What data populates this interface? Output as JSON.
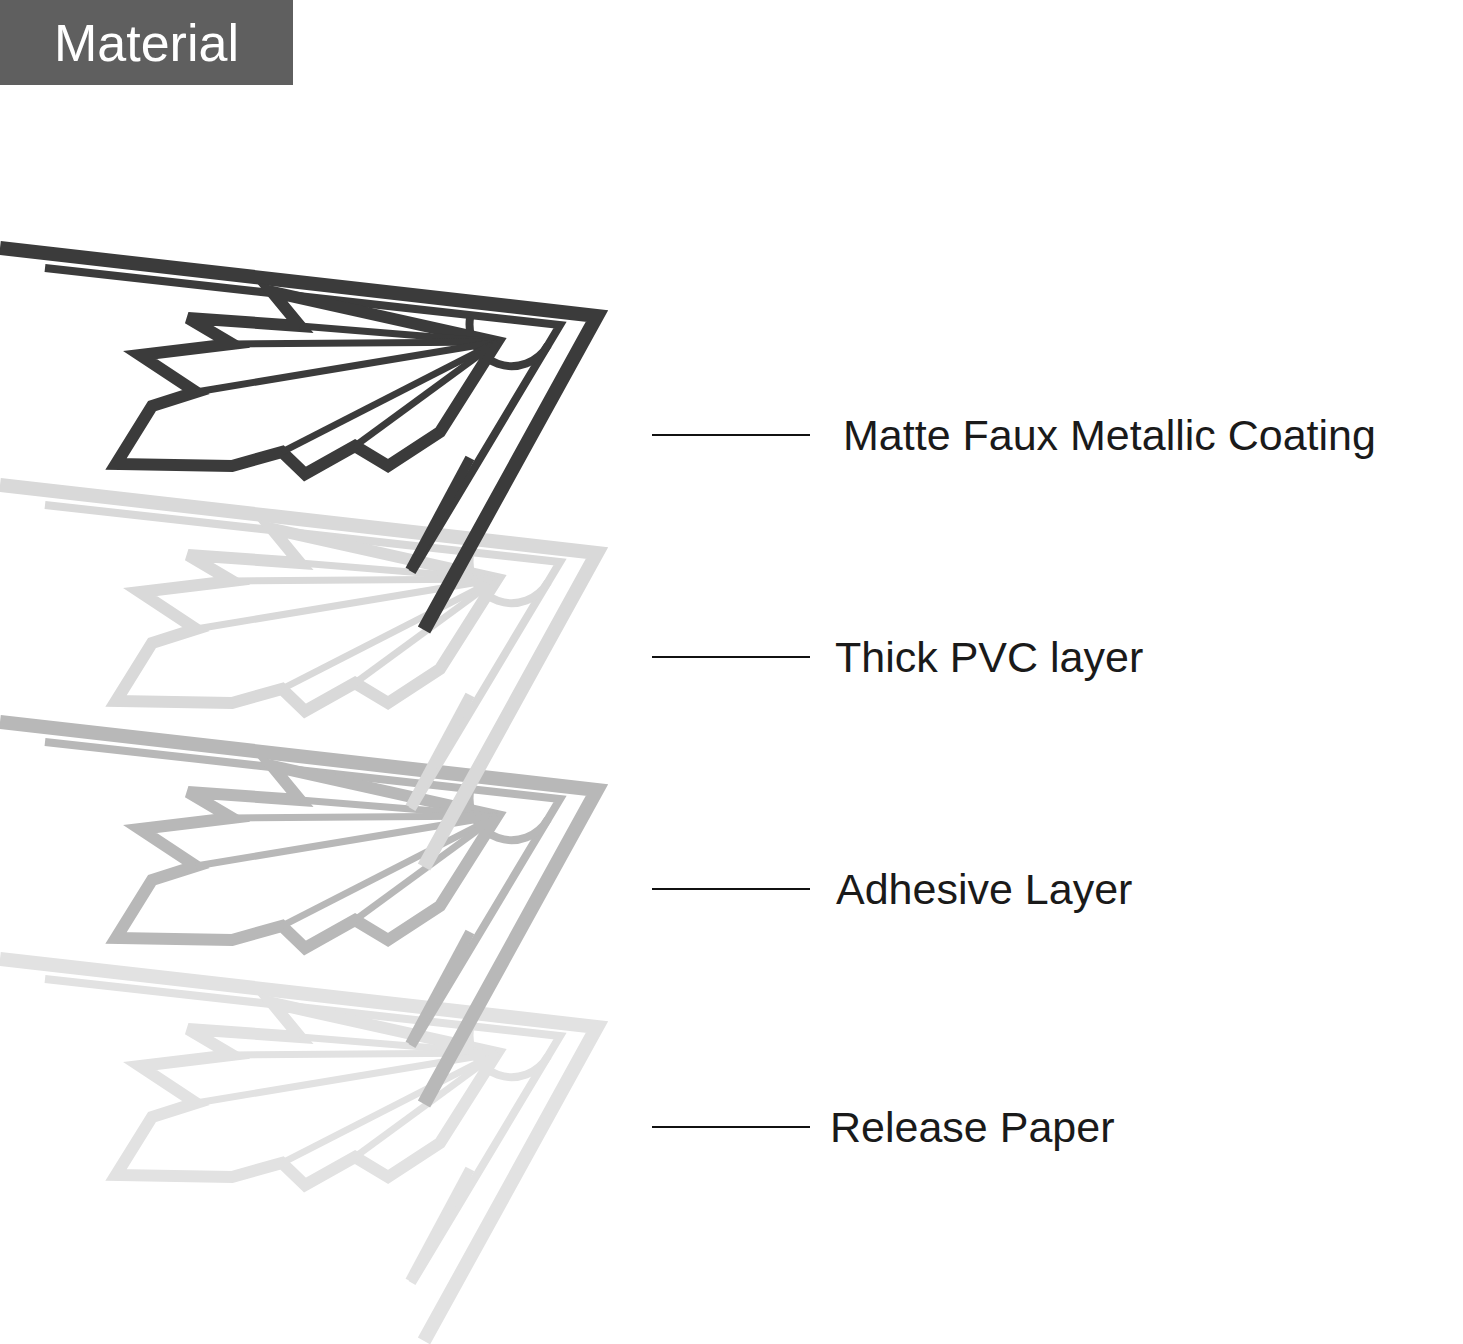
{
  "diagram": {
    "title": "Material",
    "labels": [
      "Matte Faux Metallic Coating",
      "Thick PVC layer",
      "Adhesive Layer",
      "Release Paper"
    ]
  }
}
